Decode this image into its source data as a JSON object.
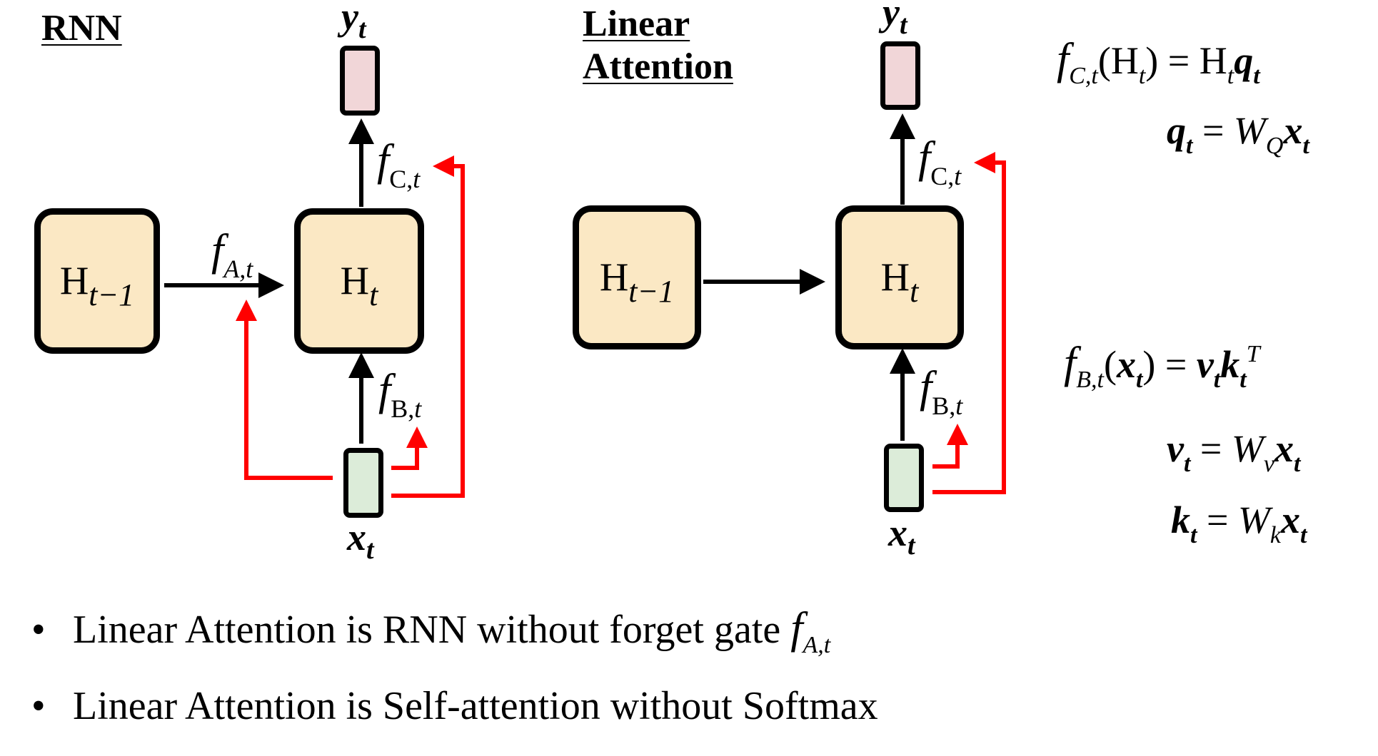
{
  "rnn": {
    "title": "RNN",
    "h_prev_base": "H",
    "h_prev_sub": "t−1",
    "h_cur_base": "H",
    "h_cur_sub": "t",
    "y_base": "y",
    "y_sub": "t",
    "x_base": "x",
    "x_sub": "t",
    "fA_base": "f",
    "fA_sub": "A,t",
    "fB_base": "f",
    "fB_sub_letter": "B,",
    "fB_sub_t": "t",
    "fC_base": "f",
    "fC_sub_letter": "C,",
    "fC_sub_t": "t"
  },
  "linear": {
    "title_line1": "Linear",
    "title_line2": "Attention",
    "h_prev_base": "H",
    "h_prev_sub": "t−1",
    "h_cur_base": "H",
    "h_cur_sub": "t",
    "y_base": "y",
    "y_sub": "t",
    "x_base": "x",
    "x_sub": "t",
    "fB_base": "f",
    "fB_sub_letter": "B,",
    "fB_sub_t": "t",
    "fC_base": "f",
    "fC_sub_letter": "C,",
    "fC_sub_t": "t"
  },
  "equations": {
    "eq1": {
      "f": "f",
      "sub": "C,t",
      "lp": "(H",
      "hsub": "t",
      "rp": ") = H",
      "hsub2": "t",
      "q": "q",
      "qsub": "t"
    },
    "eq2": {
      "q": "q",
      "qsub": "t",
      "eq": " = ",
      "W": "W",
      "Wsub": "Q",
      "x": "x",
      "xsub": "t"
    },
    "eq3": {
      "f": "f",
      "sub": "B,t",
      "lp": "(",
      "x": "x",
      "xsub": "t",
      "rp": ") = ",
      "v": "v",
      "vsub": "t",
      "k": "k",
      "ksub": "t",
      "sup": "T"
    },
    "eq4": {
      "v": "v",
      "vsub": "t",
      "eq": " = ",
      "W": "W",
      "Wsub": "v",
      "x": "x",
      "xsub": "t"
    },
    "eq5": {
      "k": "k",
      "ksub": "t",
      "eq": " = ",
      "W": "W",
      "Wsub": "k",
      "x": "x",
      "xsub": "t"
    }
  },
  "bullets": [
    {
      "dot": "•",
      "text": "Linear Attention is RNN without forget gate ",
      "f": "f",
      "sub": "A,t"
    },
    {
      "dot": "•",
      "text": "Linear Attention is Self-attention without Softmax"
    }
  ],
  "colors": {
    "box_fill": "#fbe8c4",
    "y_fill": "#f1d6d8",
    "x_fill": "#dcecd9",
    "red": "#ff0000"
  }
}
